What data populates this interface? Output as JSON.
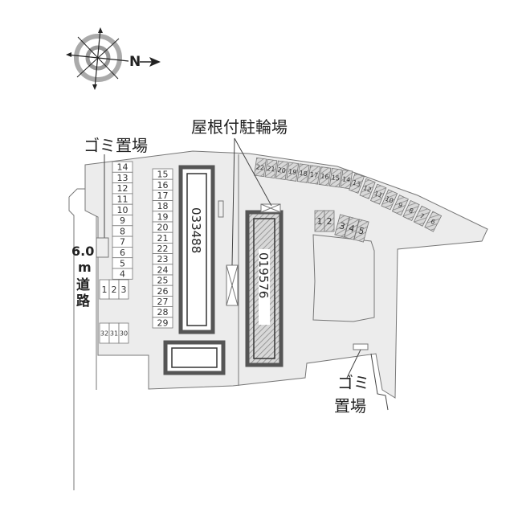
{
  "labels": {
    "roofed_bicycle_parking": "屋根付駐輪場",
    "garbage_area_top": "ゴミ置場",
    "garbage_area_bottom_line1": "ゴミ",
    "garbage_area_bottom_line2": "置場",
    "road_width": "6.0",
    "road_unit": "m",
    "road_char1": "道",
    "road_char2": "路",
    "compass_letter": "N"
  },
  "buildings": {
    "west": "033488",
    "east": "019576"
  },
  "parking": {
    "left_column": [
      "14",
      "13",
      "12",
      "11",
      "10",
      "9",
      "8",
      "7",
      "6",
      "5",
      "4"
    ],
    "left_row": [
      "1",
      "2",
      "3"
    ],
    "bottom_row": [
      "32",
      "31",
      "30"
    ],
    "middle_column": [
      "15",
      "16",
      "17",
      "18",
      "19",
      "20",
      "21",
      "22",
      "23",
      "24",
      "25",
      "26",
      "27",
      "28",
      "29"
    ],
    "curved_row": [
      "22",
      "21",
      "20",
      "19",
      "18",
      "17",
      "16",
      "15",
      "14",
      "13",
      "12",
      "11",
      "10",
      "9",
      "8",
      "7",
      "6"
    ],
    "east_group": [
      "1",
      "2",
      "3",
      "4",
      "5"
    ]
  },
  "colors": {
    "site_fill": "#ececec",
    "outline": "#777777",
    "building_wall": "#555555",
    "hatch": "#999999"
  }
}
